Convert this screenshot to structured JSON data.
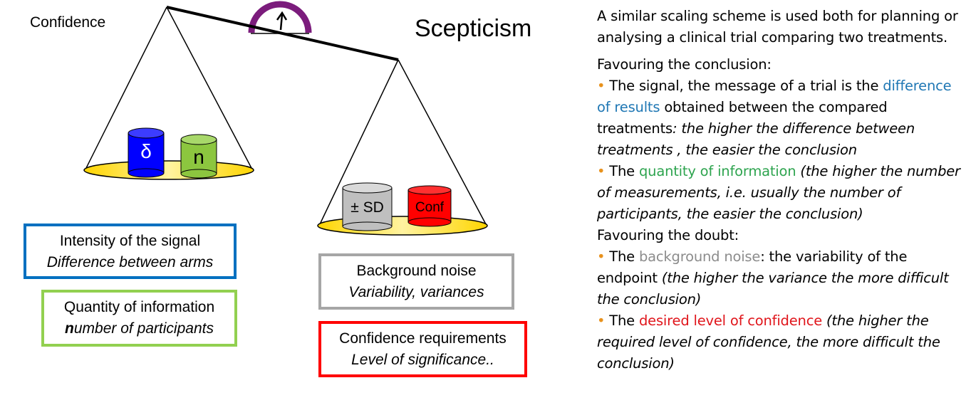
{
  "scale": {
    "left_label": "Confidence",
    "right_label": "Scepticism",
    "left_weights": [
      "δ",
      "n"
    ],
    "right_weights": [
      "± SD",
      "Conf"
    ]
  },
  "boxes": {
    "signal": {
      "line1": "Intensity of  the signal",
      "line2": "Difference between arms"
    },
    "info": {
      "line1": "Quantity of information",
      "line2_bold": "n",
      "line2_rest": "umber of participants"
    },
    "noise": {
      "line1": "Background noise",
      "line2": "Variability, variances"
    },
    "conf": {
      "line1": "Confidence requirements",
      "line2": "Level of significance.."
    }
  },
  "text": {
    "intro": "A similar scaling scheme is used both for planning or analysing a clinical trial comparing two treatments.",
    "favour_conclusion": "Favouring the conclusion:",
    "bullet1_a": " The signal, the message of a trial is the ",
    "bullet1_hl": "difference of results",
    "bullet1_b": " obtained between the compared treatments",
    "bullet1_it": ": the higher the difference between treatments , the easier the conclusion",
    "bullet2_a": " The ",
    "bullet2_hl": "quantity of information",
    "bullet2_it": " (the higher the number of measurements, i.e. usually the number of participants, the easier the conclusion)",
    "favour_doubt": "Favouring the doubt:",
    "bullet3_a": " The ",
    "bullet3_hl": "background noise",
    "bullet3_b": ": the variability of the endpoint ",
    "bullet3_it": "(the higher the variance the more difficult the conclusion)",
    "bullet4_a": " The ",
    "bullet4_hl": "desired level of confidence",
    "bullet4_it": " (the higher the required level of confidence, the more difficult the conclusion)",
    "bullet_char": "•"
  },
  "colors": {
    "signal_border": "#0070c0",
    "info_border": "#92d050",
    "noise_border": "#a6a6a6",
    "conf_border": "#ff0000",
    "bullet": "#e8921d",
    "pan_fill": "#ffd500",
    "gauge": "#7b1c7c",
    "delta_cylinder": "#0000ff",
    "n_cylinder": "#8cc63f",
    "sd_cylinder": "#bfbfbf",
    "conf_cylinder": "#ff0000"
  }
}
